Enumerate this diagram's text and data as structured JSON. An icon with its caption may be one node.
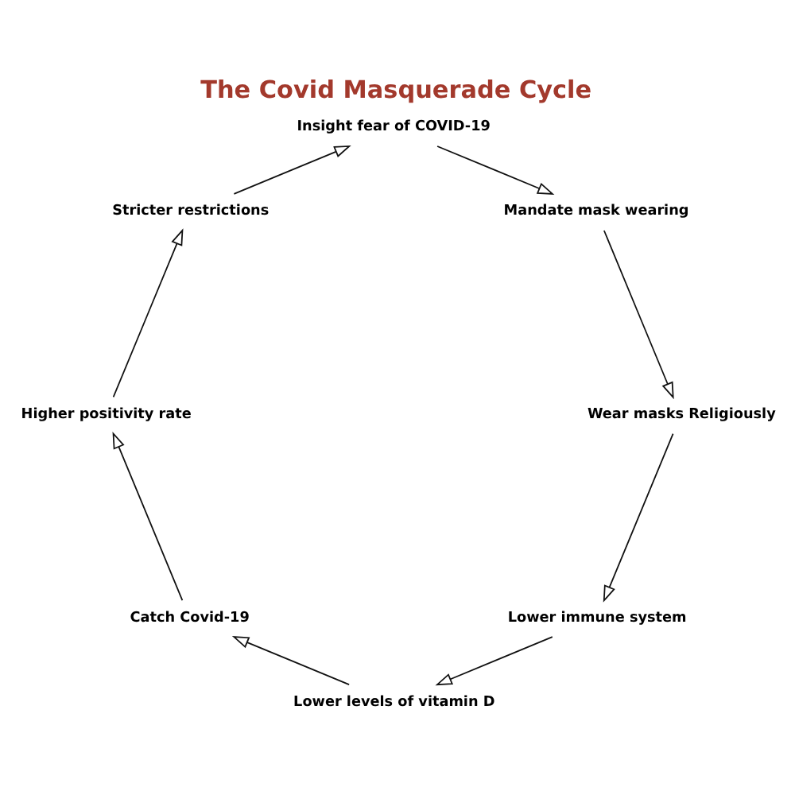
{
  "diagram": {
    "title": "The Covid Masquerade Cycle",
    "nodes": [
      {
        "text": [
          "Insight fear of COVID-19"
        ]
      },
      {
        "text": [
          "Mandate mask wearing"
        ]
      },
      {
        "text": [
          "Wear masks Religiously"
        ]
      },
      {
        "text": [
          "Lower immune system"
        ]
      },
      {
        "text": [
          "Lower levels of vitamin D"
        ]
      },
      {
        "text": [
          "Catch Covid-19"
        ]
      },
      {
        "text": [
          "Higher positivity rate"
        ]
      },
      {
        "text": [
          "Stricter restrictions"
        ]
      }
    ],
    "edges": [
      {
        "from": 0,
        "to": 1,
        "arrow": "to"
      },
      {
        "from": 1,
        "to": 2,
        "arrow": "to"
      },
      {
        "from": 2,
        "to": 3,
        "arrow": "to"
      },
      {
        "from": 3,
        "to": 4,
        "arrow": "to"
      },
      {
        "from": 4,
        "to": 5,
        "arrow": "to"
      },
      {
        "from": 5,
        "to": 6,
        "arrow": "to"
      },
      {
        "from": 6,
        "to": 7,
        "arrow": "to"
      },
      {
        "from": 7,
        "to": 0,
        "arrow": "to"
      }
    ]
  }
}
